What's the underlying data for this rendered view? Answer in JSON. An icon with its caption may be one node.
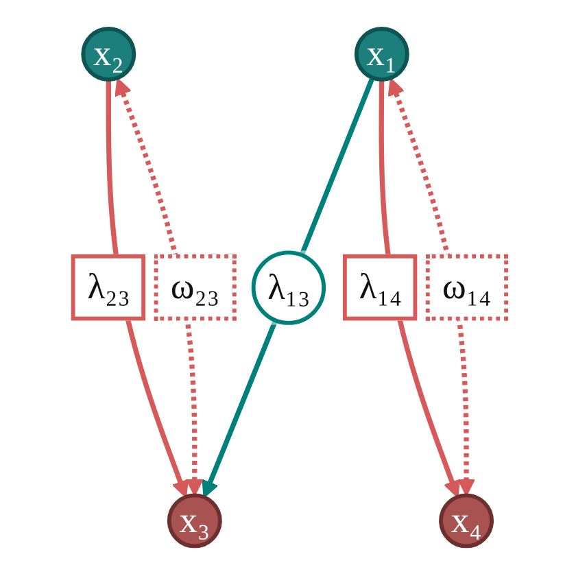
{
  "diagram": {
    "nodes": [
      {
        "text": [
          "x₁"
        ]
      },
      {
        "text": [
          "x₂"
        ]
      },
      {
        "text": [
          "x₃"
        ]
      },
      {
        "text": [
          "x₄"
        ]
      }
    ],
    "edges": [
      {
        "from": 0,
        "to": 2,
        "arrow": "to",
        "label": "λ₁₃",
        "color": "#00807a"
      },
      {
        "from": 0,
        "to": 3,
        "arrow": "to",
        "label": "λ₁₄"
      },
      {
        "from": 1,
        "to": 2,
        "arrow": "to",
        "label": "λ₂₃"
      },
      {
        "from": 0,
        "to": 3,
        "arrow": "both",
        "label": "ω₁₄",
        "style": "dashed"
      },
      {
        "from": 1,
        "to": 2,
        "arrow": "both",
        "label": "ω₂₃",
        "style": "dashed"
      }
    ]
  }
}
